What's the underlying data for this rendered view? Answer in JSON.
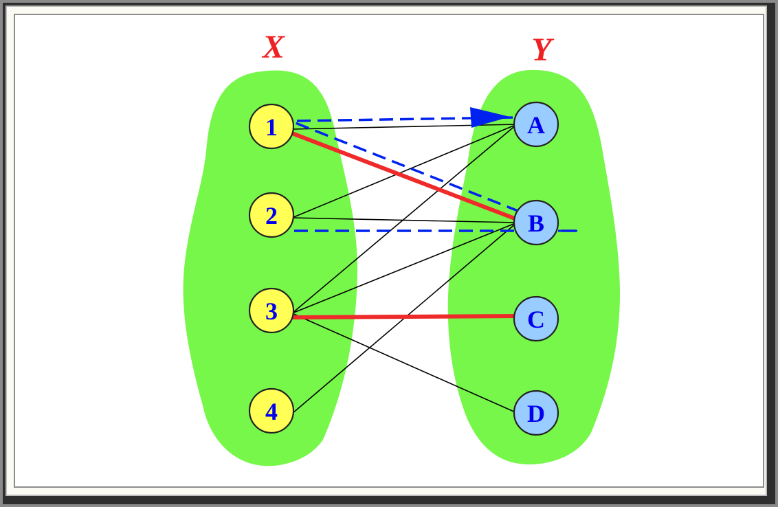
{
  "sets": {
    "left": {
      "label": "X"
    },
    "right": {
      "label": "Y"
    }
  },
  "nodes": {
    "left": [
      {
        "id": "1",
        "label": "1"
      },
      {
        "id": "2",
        "label": "2"
      },
      {
        "id": "3",
        "label": "3"
      },
      {
        "id": "4",
        "label": "4"
      }
    ],
    "right": [
      {
        "id": "A",
        "label": "A"
      },
      {
        "id": "B",
        "label": "B"
      },
      {
        "id": "C",
        "label": "C"
      },
      {
        "id": "D",
        "label": "D"
      }
    ]
  },
  "edges": [
    {
      "from": "1",
      "to": "A"
    },
    {
      "from": "2",
      "to": "A"
    },
    {
      "from": "2",
      "to": "B"
    },
    {
      "from": "3",
      "to": "A"
    },
    {
      "from": "3",
      "to": "B"
    },
    {
      "from": "3",
      "to": "D"
    },
    {
      "from": "4",
      "to": "B"
    }
  ],
  "matching_edges": [
    {
      "from": "1",
      "to": "B"
    },
    {
      "from": "3",
      "to": "C"
    }
  ],
  "dashed_path": [
    "B",
    "2",
    "B",
    "1",
    "A"
  ],
  "colors": {
    "blob": "#77f74a",
    "left_node_fill": "#ffff55",
    "right_node_fill": "#99ccff",
    "node_text": "#0000ee",
    "set_label": "#ee2222",
    "edge": "#000000",
    "matching": "#ee2a2a",
    "dashed": "#0022ee"
  }
}
